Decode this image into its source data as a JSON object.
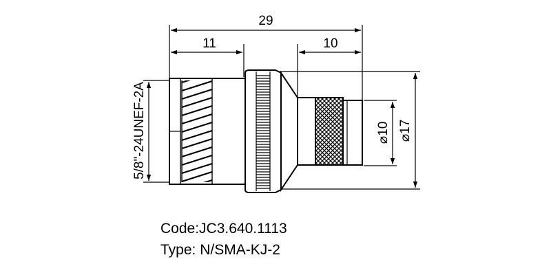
{
  "dimensions": {
    "overall_length": "29",
    "thread_length": "11",
    "plug_length": "10",
    "inner_diameter": "⌀10",
    "outer_diameter": "⌀17",
    "thread_spec": "5/8\"-24UNEF-2A"
  },
  "info": {
    "code": "Code:JC3.640.1113",
    "type": "Type: N/SMA-KJ-2"
  }
}
